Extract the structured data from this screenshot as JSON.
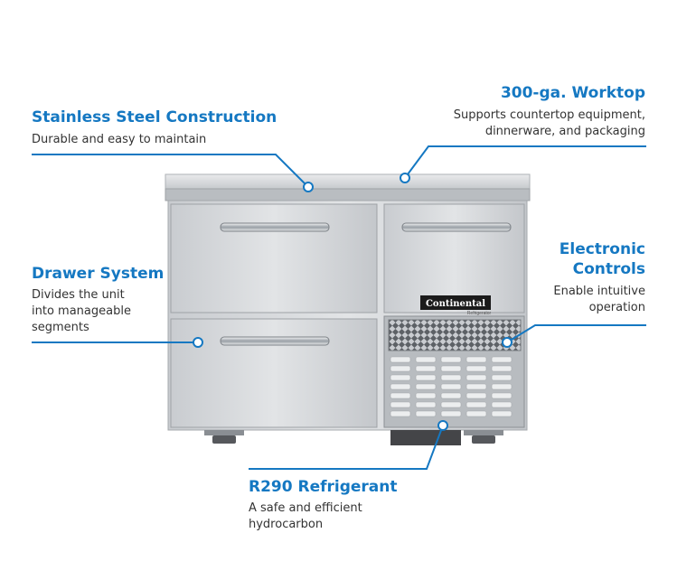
{
  "brand": {
    "logo_text": "Continental",
    "logo_sub": "Refrigerator"
  },
  "colors": {
    "accent": "#1578c2",
    "text": "#333333",
    "steel_light": "#d9dbdd",
    "steel_dark": "#9ea2a6"
  },
  "callouts": {
    "stainless": {
      "title": "Stainless Steel Construction",
      "line1": "Durable and easy to maintain"
    },
    "worktop": {
      "title": "300-ga. Worktop",
      "line1": "Supports countertop equipment,",
      "line2": "dinnerware, and packaging"
    },
    "drawer": {
      "title": "Drawer System",
      "line1": "Divides the unit",
      "line2": "into manageable",
      "line3": "segments"
    },
    "controls": {
      "title_line1": "Electronic",
      "title_line2": "Controls",
      "line1": "Enable intuitive",
      "line2": "operation"
    },
    "refrigerant": {
      "title": "R290 Refrigerant",
      "line1": "A safe and efficient",
      "line2": "hydrocarbon"
    }
  }
}
